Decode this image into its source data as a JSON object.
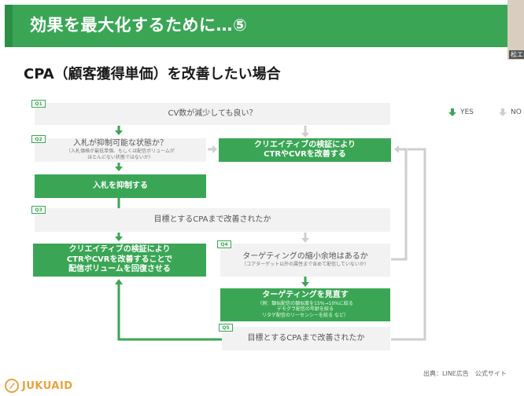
{
  "header": {
    "title": "効果を最大化するために…⑤",
    "camera_label": "松エー"
  },
  "subtitle": "CPA（顧客獲得単価）を改善したい場合",
  "legend": {
    "yes": "YES",
    "no": "NO"
  },
  "flow": {
    "q1": {
      "label": "Q1",
      "text": "CV数が減少しても良い？"
    },
    "q2": {
      "label": "Q2",
      "text": "入札が抑制可能な状態か？",
      "sub1": "（入札価格が最低単価、もしくは配信ボリュームが",
      "sub2": "ほとんどない状態ではないか）"
    },
    "creative_top": {
      "line1": "クリエイティブの検証により",
      "line2": "CTRやCVRを改善する"
    },
    "bid_suppress": {
      "text": "入札を抑制する"
    },
    "q3": {
      "label": "Q3",
      "text": "目標とするCPAまで改善されたか"
    },
    "creative_volume": {
      "line1": "クリエイティブの検証により",
      "line2": "CTRやCVRを改善することで",
      "line3": "配信ボリュームを回復させる"
    },
    "q4": {
      "label": "Q4",
      "text": "ターゲティングの縮小余地はあるか",
      "sub": "（コアターゲット以外の属性まで含めて配信していないか）"
    },
    "targeting_review": {
      "title": "ターゲティングを見直す",
      "sub1": "（例：類似配信の類似度を15%→10%に絞る",
      "sub2": "デモグラ配信の年齢を絞る",
      "sub3": "リタゲ配信のリーセンシーを絞る など）"
    },
    "q5": {
      "label": "Q5",
      "text": "目標とするCPAまで改善されたか"
    }
  },
  "source": "出典：LINE広告　公式サイト",
  "logo": {
    "text": "JUKUAID"
  },
  "colors": {
    "green": "#3aa655",
    "green_dark": "#2c8f45",
    "gray_box": "#f2f2f2",
    "no_arrow": "#cfcfcf",
    "logo_orange": "#e8a33c"
  }
}
